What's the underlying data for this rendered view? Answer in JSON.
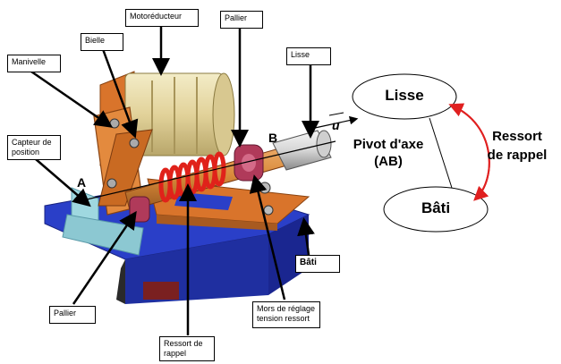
{
  "labels": {
    "motoreducteur": "Motoréducteur",
    "pallier_top": "Pallier",
    "bielle": "Bielle",
    "manivelle": "Manivelle",
    "lisse": "Lisse",
    "capteur": "Capteur de\nposition",
    "bati": "Bâti",
    "pallier_bottom": "Pallier",
    "mors": "Mors de réglage\ntension ressort",
    "ressort": "Ressort de\nrappel"
  },
  "points": {
    "a": "A",
    "b": "B",
    "u": "u"
  },
  "graph": {
    "node_lisse": "Lisse",
    "node_bati": "Bâti",
    "edge_pivot": "Pivot d'axe\n(AB)",
    "edge_ressort": "Ressort\nde rappel"
  },
  "colors": {
    "orange": "#d9742b",
    "red_spring": "#e0221a",
    "blue_base": "#2a3fc8",
    "cream_motor": "#e8ddb0",
    "pink_bearing": "#b03a5a",
    "graph_arrow": "#e02020"
  }
}
